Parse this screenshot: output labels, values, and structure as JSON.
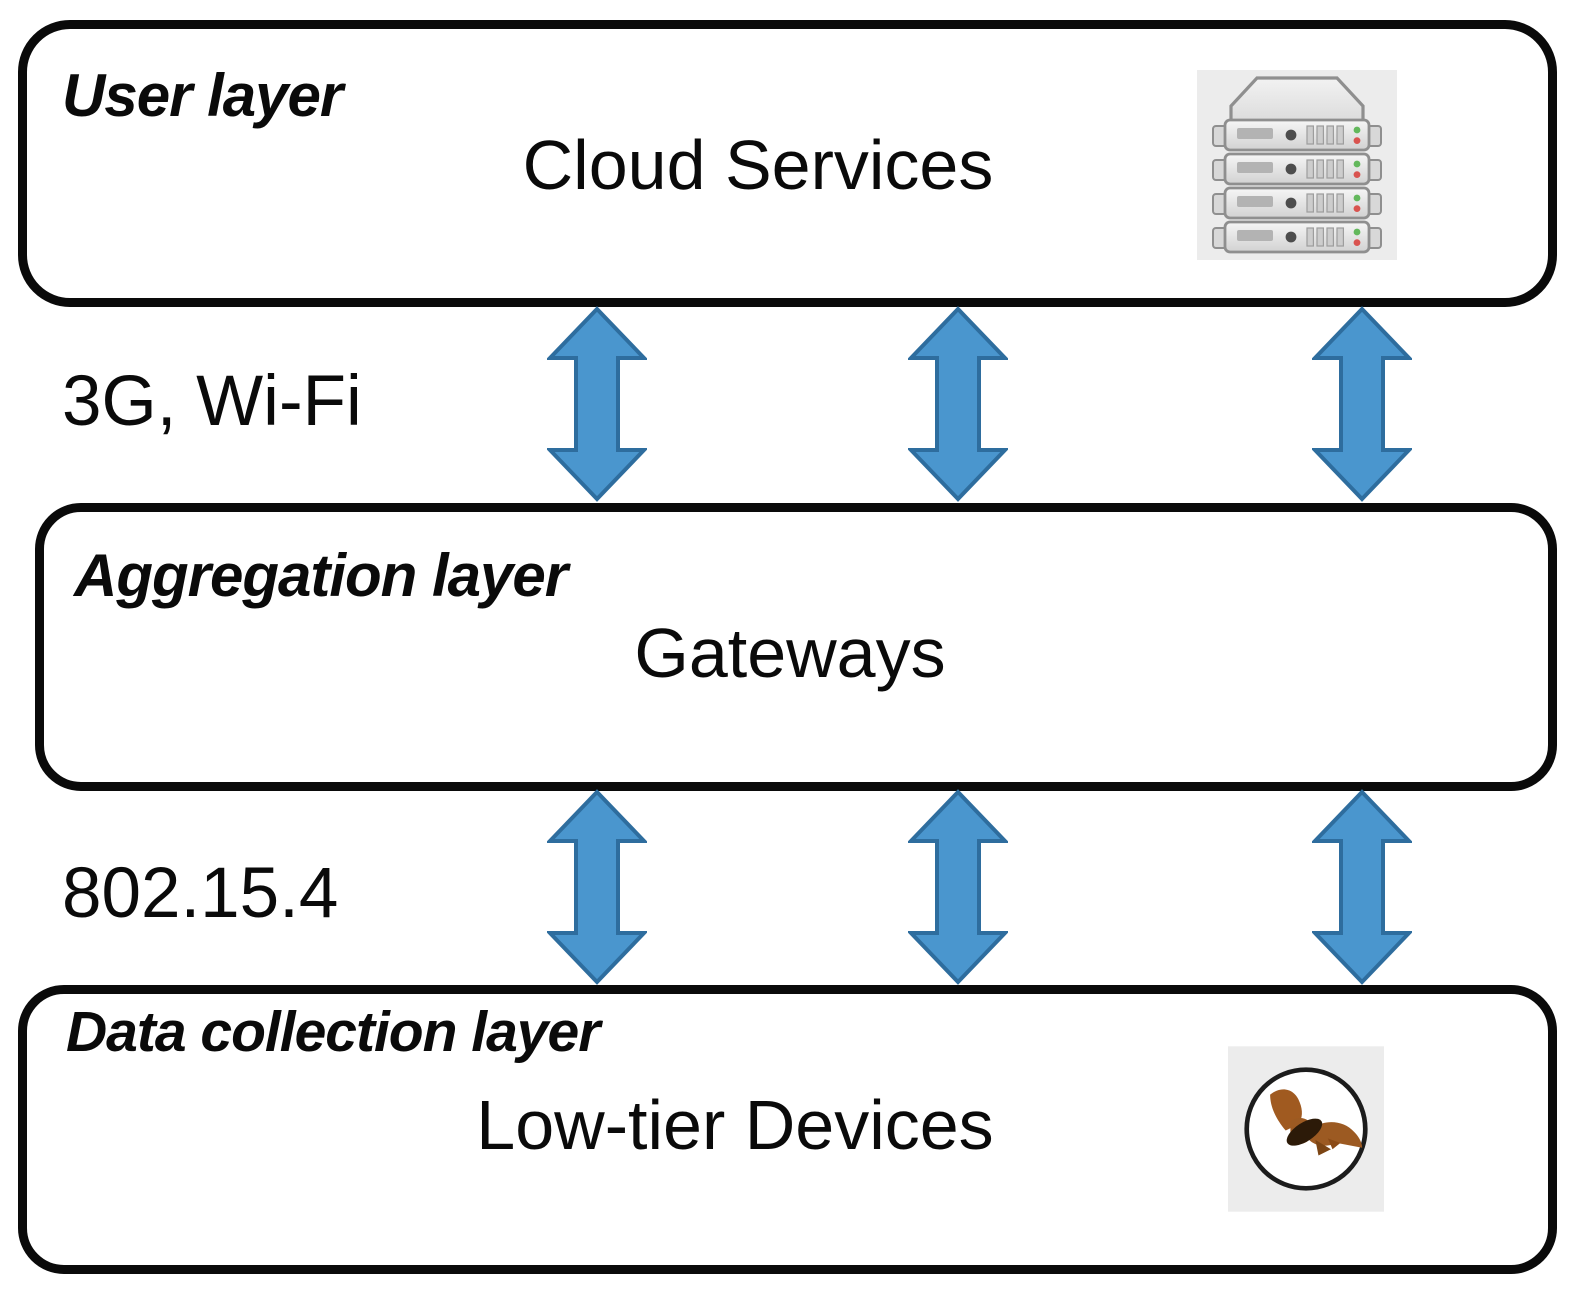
{
  "figure": {
    "layers": {
      "user": {
        "title": "User layer",
        "content": "Cloud Services"
      },
      "aggregation": {
        "title": "Aggregation layer",
        "content": "Gateways"
      },
      "data_collection": {
        "title": "Data collection layer",
        "content": "Low-tier Devices"
      }
    },
    "connection_labels": {
      "user_to_aggregation": "3G, Wi-Fi",
      "aggregation_to_data": "802.15.4"
    },
    "arrows": {
      "per_gap": 3,
      "style": "double-headed-vertical"
    },
    "icons": {
      "user_layer": "server-rack-icon",
      "data_collection_layer": "bat-icon"
    },
    "colors": {
      "background": "#ffffff",
      "box_border": "#0a0a0a",
      "arrow_fill": "#4a96ce",
      "arrow_stroke": "#2e6d9e",
      "icon_bg": "#ececec"
    }
  }
}
